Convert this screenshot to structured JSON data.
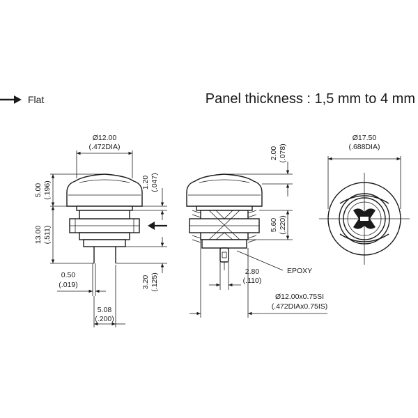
{
  "legend": {
    "arrow_label": "Flat"
  },
  "panel_note": "Panel thickness : 1,5 mm to 4 mm",
  "front_view": {
    "dia_mm": "Ø12.00",
    "dia_in": "(.472DIA)",
    "cap_h_mm": "5.00",
    "cap_h_in": "(.196)",
    "body_h_mm": "13.00",
    "body_h_in": "(.511)",
    "bezel_mm": "1.20",
    "bezel_in": "(.047)",
    "pin_w_mm": "0.50",
    "pin_w_in": "(.019)",
    "pin_len_mm": "3.20",
    "pin_len_in": "(.125)",
    "pin_pitch_mm": "5.08",
    "pin_pitch_in": "(.200)"
  },
  "side_view": {
    "top_mm": "2.00",
    "top_in": "(.078)",
    "nut_mm": "5.60",
    "nut_in": "(.220)",
    "term_mm": "2.80",
    "term_in": "(.110)",
    "epoxy": "EPOXY",
    "thread_mm": "Ø12.00x0.75SI",
    "thread_in": "(.472DIAx0.75IS)"
  },
  "top_view": {
    "dia_mm": "Ø17.50",
    "dia_in": "(.688DIA)"
  }
}
